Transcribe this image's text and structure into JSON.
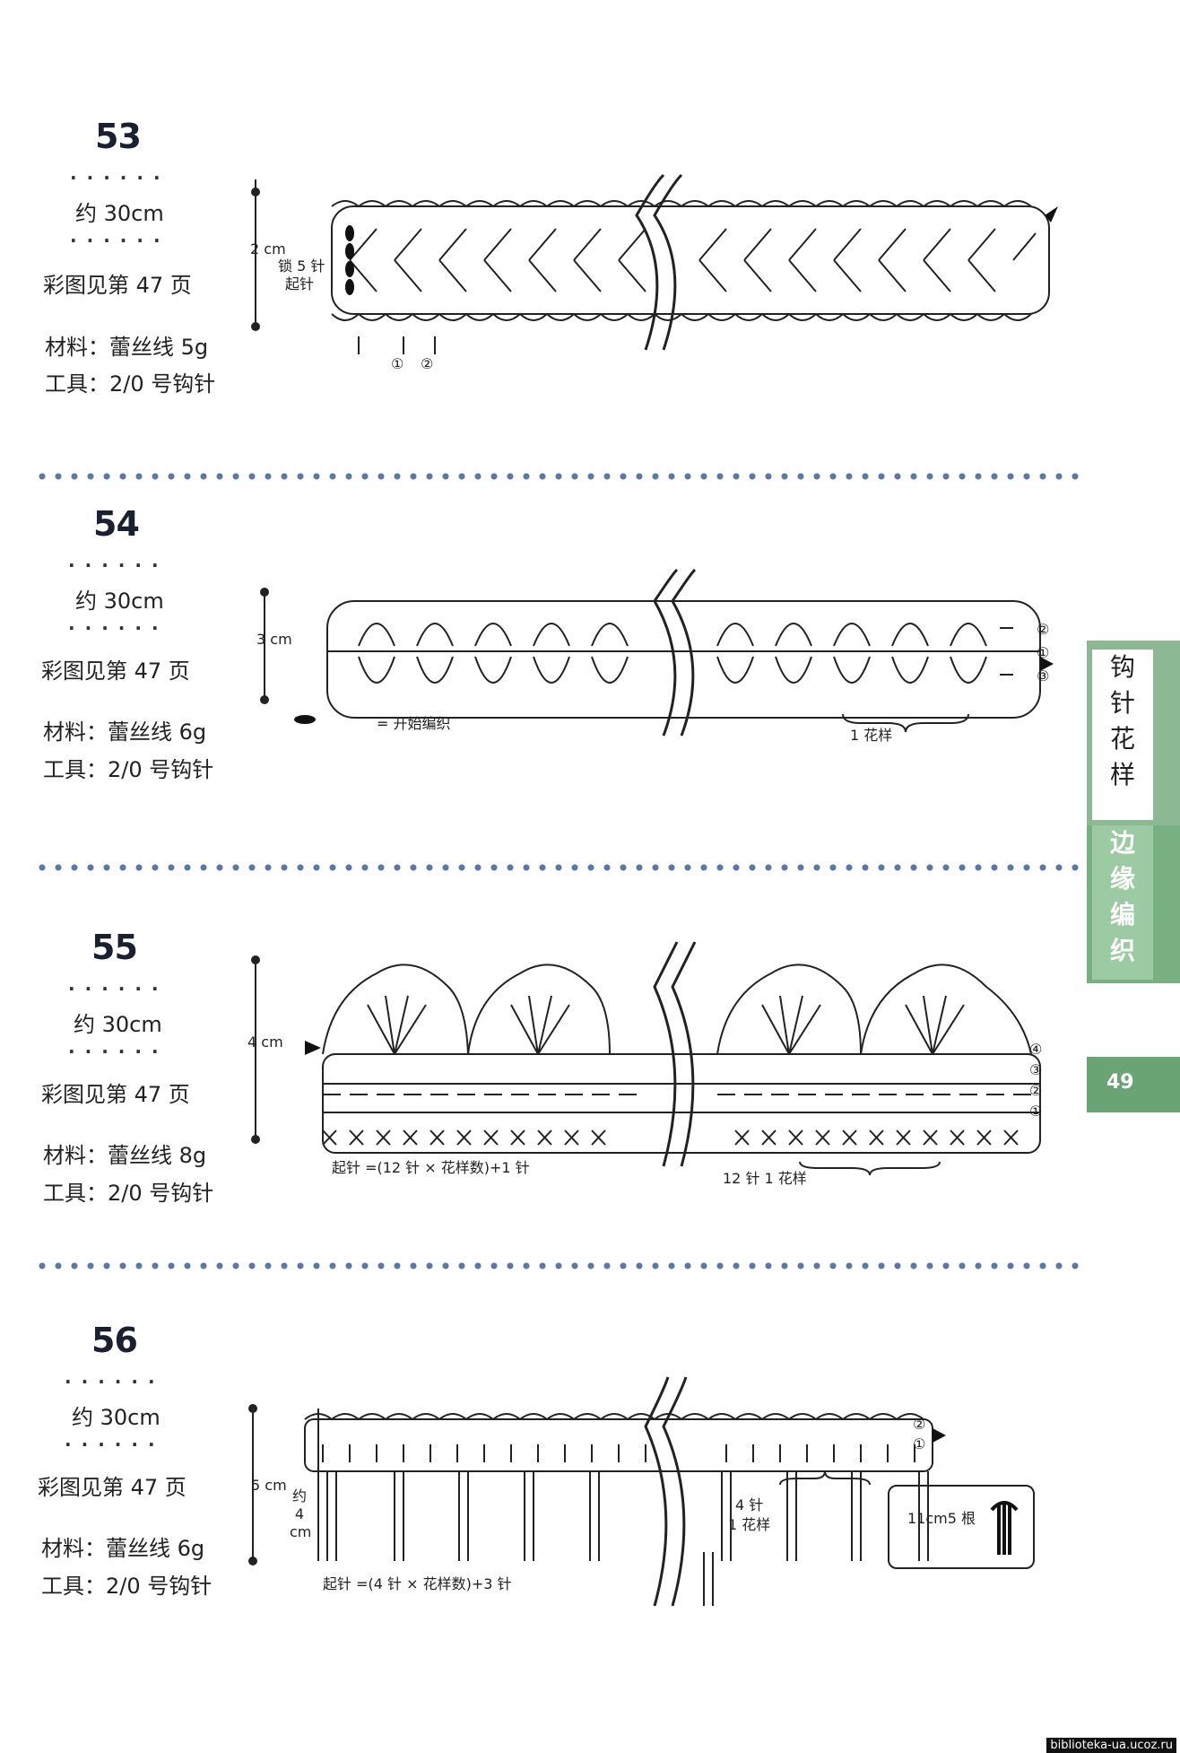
{
  "patterns": [
    {
      "number": "53",
      "length": "约 30cm",
      "color_ref": "彩图见第 47 页",
      "material": "材料：蕾丝线 5g",
      "tool": "工具：2/0 号钩针",
      "height_label": "2 cm",
      "chain_label_1": "锁 5 针",
      "chain_label_2": "起针",
      "row_markers": [
        "①",
        "②"
      ]
    },
    {
      "number": "54",
      "length": "约 30cm",
      "color_ref": "彩图见第 47 页",
      "material": "材料：蕾丝线 6g",
      "tool": "工具：2/0 号钩针",
      "height_label": "3 cm",
      "legend_start": "= 开始编织",
      "motif_label": "1 花样",
      "row_markers": [
        "②",
        "①",
        "③"
      ]
    },
    {
      "number": "55",
      "length": "约 30cm",
      "color_ref": "彩图见第 47 页",
      "material": "材料：蕾丝线 8g",
      "tool": "工具：2/0 号钩针",
      "height_label": "4 cm",
      "formula": "起针 =(12 针 × 花样数)+1 针",
      "motif_label": "12 针 1 花样",
      "row_markers": [
        "④",
        "③",
        "②",
        "①"
      ]
    },
    {
      "number": "56",
      "length": "约 30cm",
      "color_ref": "彩图见第 47 页",
      "material": "材料：蕾丝线 6g",
      "tool": "工具：2/0 号钩针",
      "height_label": "5 cm",
      "fringe_label": "约 4 cm",
      "formula": "起针 =(4 针 × 花样数)+3 针",
      "motif_label_1": "4 针",
      "motif_label_2": "1 花样",
      "fringe_box": "11cm5 根",
      "row_markers": [
        "②",
        "①"
      ]
    }
  ],
  "sidebar": {
    "chars_top": [
      "钩",
      "针",
      "花",
      "样"
    ],
    "chars_mid": [
      "边",
      "缘",
      "编",
      "织"
    ],
    "page_number": "49"
  },
  "footer": {
    "watermark": "biblioteka-ua.ucoz.ru"
  },
  "colors": {
    "separator": "#5a78a6",
    "sidebar_green": "#79b082",
    "ink": "#1f1f1f"
  }
}
